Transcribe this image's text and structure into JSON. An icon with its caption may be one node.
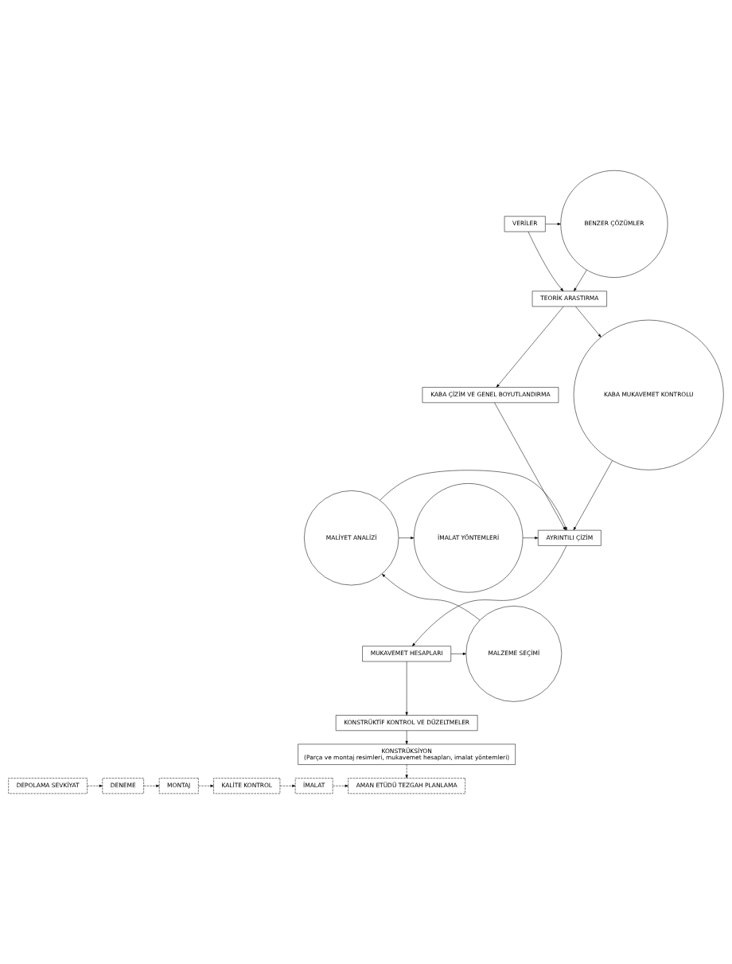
{
  "diagram": {
    "nodes": [
      {
        "text": [
          "VERİLER"
        ]
      },
      {
        "text": [
          "BENZER ÇÖZÜMLER"
        ]
      },
      {
        "text": [
          "TEORİK ARASTIRMA"
        ]
      },
      {
        "text": [
          "KABA ÇİZİM VE GENEL BOYUTLANDIRMA"
        ]
      },
      {
        "text": [
          "KABA MUKAVEMET KONTROLU"
        ]
      },
      {
        "text": [
          "İMALAT YÖNTEMLERİ"
        ]
      },
      {
        "text": [
          "AYRINTILI ÇİZİM"
        ]
      },
      {
        "text": [
          "MALİYET ANALİZİ"
        ]
      },
      {
        "text": [
          "MUKAVEMET HESAPLARI"
        ]
      },
      {
        "text": [
          "MALZEME SEÇİMİ"
        ]
      },
      {
        "text": [
          "KONSTRÜKTİF KONTROL VE DÜZELTMELER"
        ]
      },
      {
        "text": [
          "KONSTRÜKSİYON",
          "(Parça ve montaj resimleri, mukavemet hesapları, imalat yöntemleri)"
        ]
      },
      {
        "text": [
          "AMAN ETÜDÜ TEZGAH PLANLAMA"
        ]
      },
      {
        "text": [
          "İMALAT"
        ]
      },
      {
        "text": [
          "KALİTE KONTROL"
        ]
      },
      {
        "text": [
          "MONTAJ"
        ]
      },
      {
        "text": [
          "DENEME"
        ]
      },
      {
        "text": [
          "DEPOLAMA SEVKİYAT"
        ]
      }
    ],
    "edges": [
      {
        "from": 0,
        "to": 1,
        "arrow": "to"
      },
      {
        "from": 1,
        "to": 2,
        "arrow": "to"
      },
      {
        "from": 0,
        "to": 2,
        "arrow": "to"
      },
      {
        "from": 2,
        "to": 3,
        "arrow": "to"
      },
      {
        "from": 2,
        "to": 4,
        "arrow": "to"
      },
      {
        "from": 3,
        "to": 6,
        "arrow": "to"
      },
      {
        "from": 4,
        "to": 6,
        "arrow": "to"
      },
      {
        "from": 5,
        "to": 6,
        "arrow": "to"
      },
      {
        "from": 7,
        "to": 6,
        "arrow": "to"
      },
      {
        "from": 7,
        "to": 5,
        "arrow": "to"
      },
      {
        "from": 6,
        "to": 8,
        "arrow": "to"
      },
      {
        "from": 8,
        "to": 9,
        "arrow": "to"
      },
      {
        "from": 9,
        "to": 7,
        "arrow": "to"
      },
      {
        "from": 8,
        "to": 10,
        "arrow": "to"
      },
      {
        "from": 10,
        "to": 11,
        "arrow": "to"
      },
      {
        "from": 11,
        "to": 12,
        "arrow": "to",
        "style": "dashed"
      },
      {
        "from": 13,
        "to": 12,
        "arrow": "to",
        "style": "dashed"
      },
      {
        "from": 14,
        "to": 13,
        "arrow": "to",
        "style": "dashed"
      },
      {
        "from": 15,
        "to": 14,
        "arrow": "to",
        "style": "dashed"
      },
      {
        "from": 16,
        "to": 15,
        "arrow": "to",
        "style": "dashed"
      },
      {
        "from": 17,
        "to": 16,
        "arrow": "to",
        "style": "dashed"
      }
    ]
  }
}
